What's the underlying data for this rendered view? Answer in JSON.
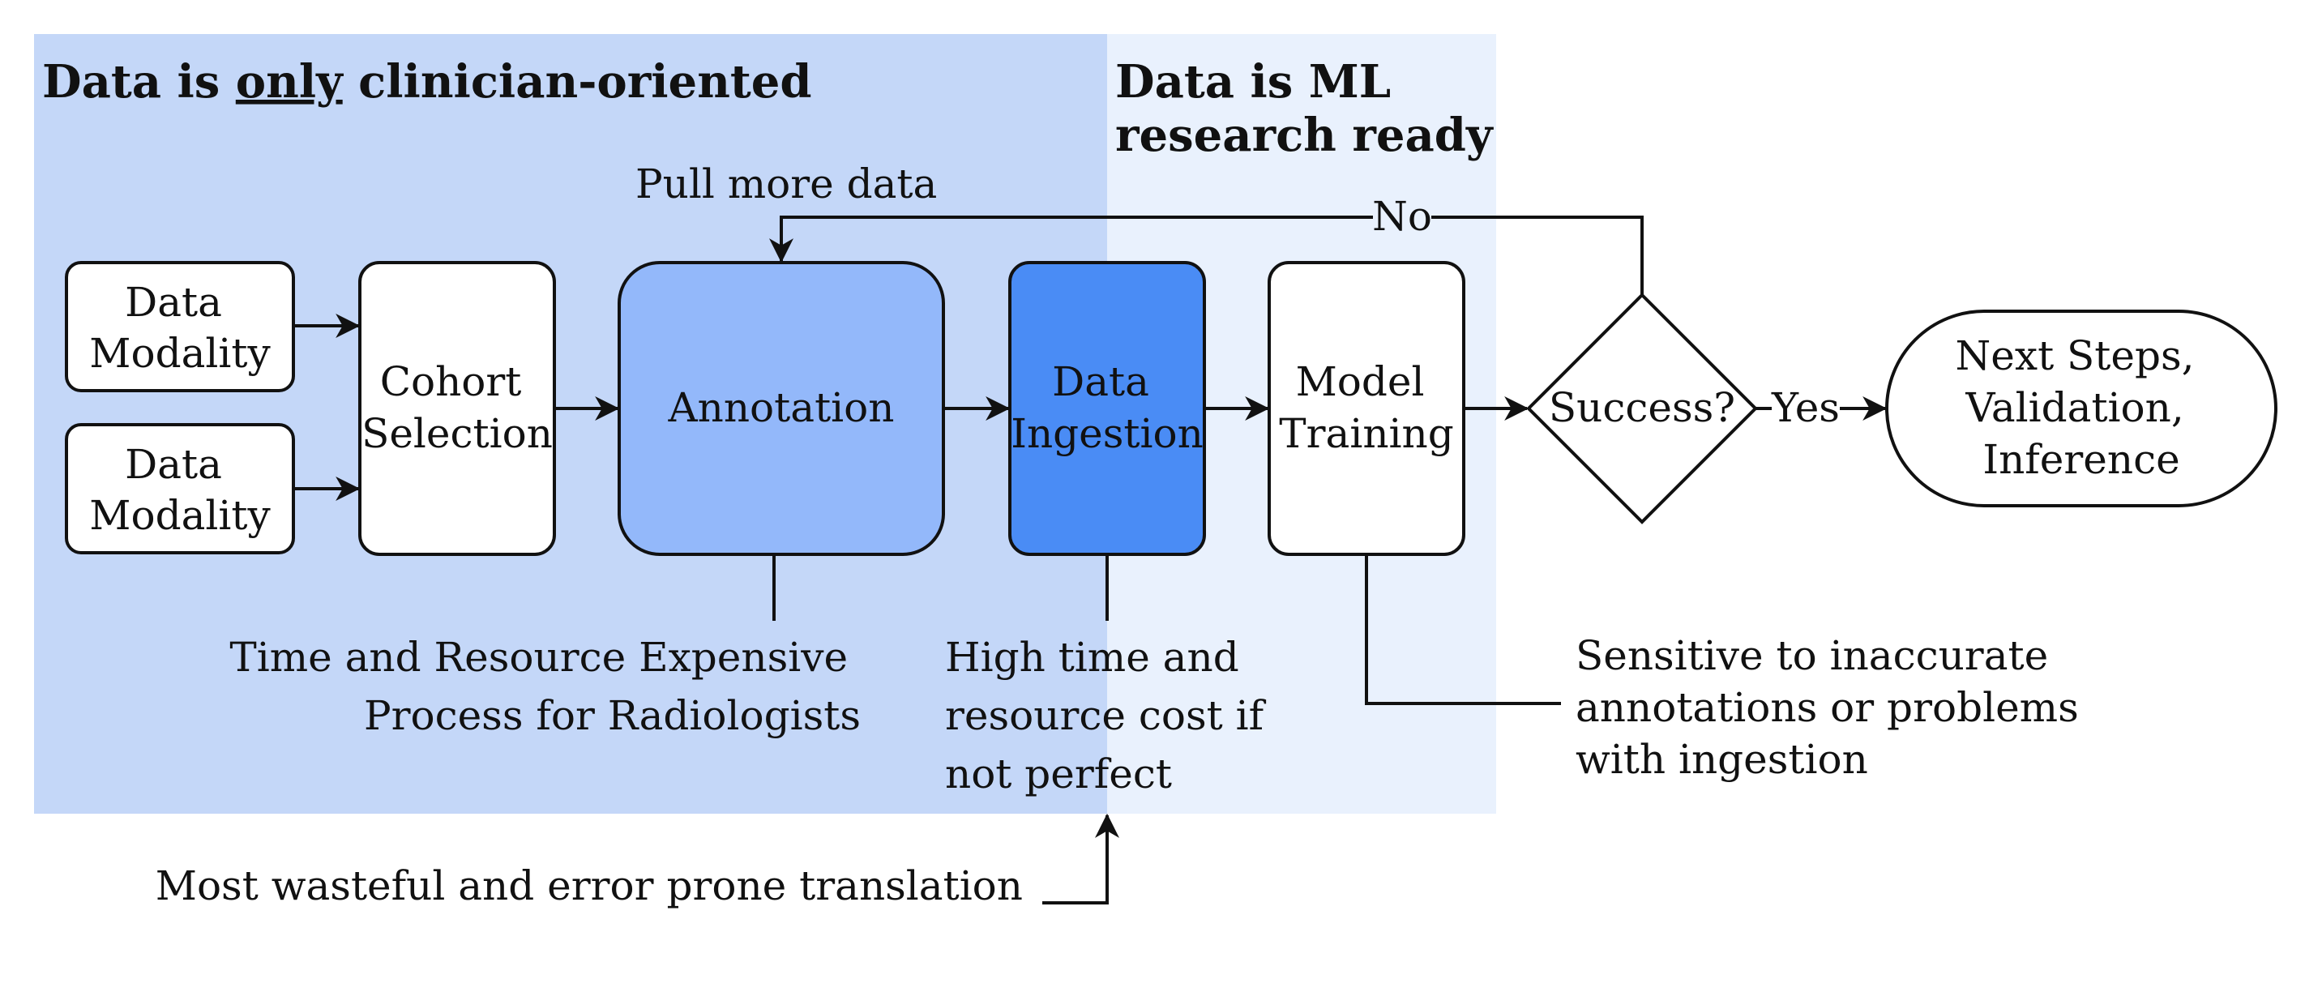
{
  "regions": {
    "clinician": {
      "heading": [
        "Data is ",
        "only",
        " clinician-oriented"
      ]
    },
    "ml_ready": {
      "heading_line1": "Data is ML",
      "heading_line2": "research ready"
    }
  },
  "nodes": {
    "data_modality_1": [
      "Data",
      "Modality"
    ],
    "data_modality_2": [
      "Data",
      "Modality"
    ],
    "cohort_selection": [
      "Cohort",
      "Selection"
    ],
    "annotation": [
      "Annotation"
    ],
    "data_ingestion": [
      "Data",
      "Ingestion"
    ],
    "model_training": [
      "Model",
      "Training"
    ],
    "success": [
      "Success?"
    ],
    "next_steps": [
      "Next Steps,",
      "Validation,",
      "Inference"
    ]
  },
  "edge_labels": {
    "pull_more_data": "Pull more data",
    "no": "No",
    "yes": "Yes"
  },
  "notes": {
    "annotation_cost": [
      "Time and Resource Expensive",
      "Process for Radiologists"
    ],
    "ingestion_cost": [
      "High time and",
      "resource cost if",
      "not perfect"
    ],
    "training_sensitivity": [
      "Sensitive to inaccurate",
      "annotations or problems",
      "with ingestion"
    ],
    "wasteful_translation": "Most wasteful and error prone translation"
  },
  "colors": {
    "clinician_region": "#c4d7f8",
    "ml_region": "#e9f1fd",
    "annotation_fill": "#93b8fa",
    "ingestion_fill": "#4a8cf5",
    "box_fill": "#ffffff",
    "stroke": "#111111"
  }
}
